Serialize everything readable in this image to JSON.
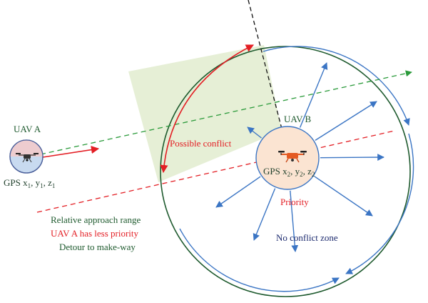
{
  "uav_a": {
    "title": "UAV A",
    "gps_text": "GPS x",
    "gps_sub": [
      "1",
      "1",
      "1"
    ],
    "gps_mid": [
      ", y",
      ", z"
    ]
  },
  "uav_b": {
    "title": "UAV B",
    "gps_text": "GPS x",
    "gps_sub": [
      "2",
      "2",
      "2"
    ],
    "gps_mid": [
      ", y",
      ", z"
    ],
    "priority_label": "Priority"
  },
  "labels": {
    "possible_conflict": "Possible conflict",
    "no_conflict_zone": "No conflict zone",
    "approach_range": "Relative approach range",
    "less_priority": "UAV A has less priority",
    "detour": "Detour to make-way"
  },
  "colors": {
    "red": "#e31e24",
    "green": "#2a9a3a",
    "dark_green": "#1e5a2e",
    "blue": "#3b75c4",
    "navy": "#1c2a6e",
    "conflict_zone_fill": "#e6efd6",
    "uav_b_fill": "#fbe4d2",
    "uav_a_fill": "#c8daf0",
    "uav_a_top_fill": "#f3c9c9"
  }
}
